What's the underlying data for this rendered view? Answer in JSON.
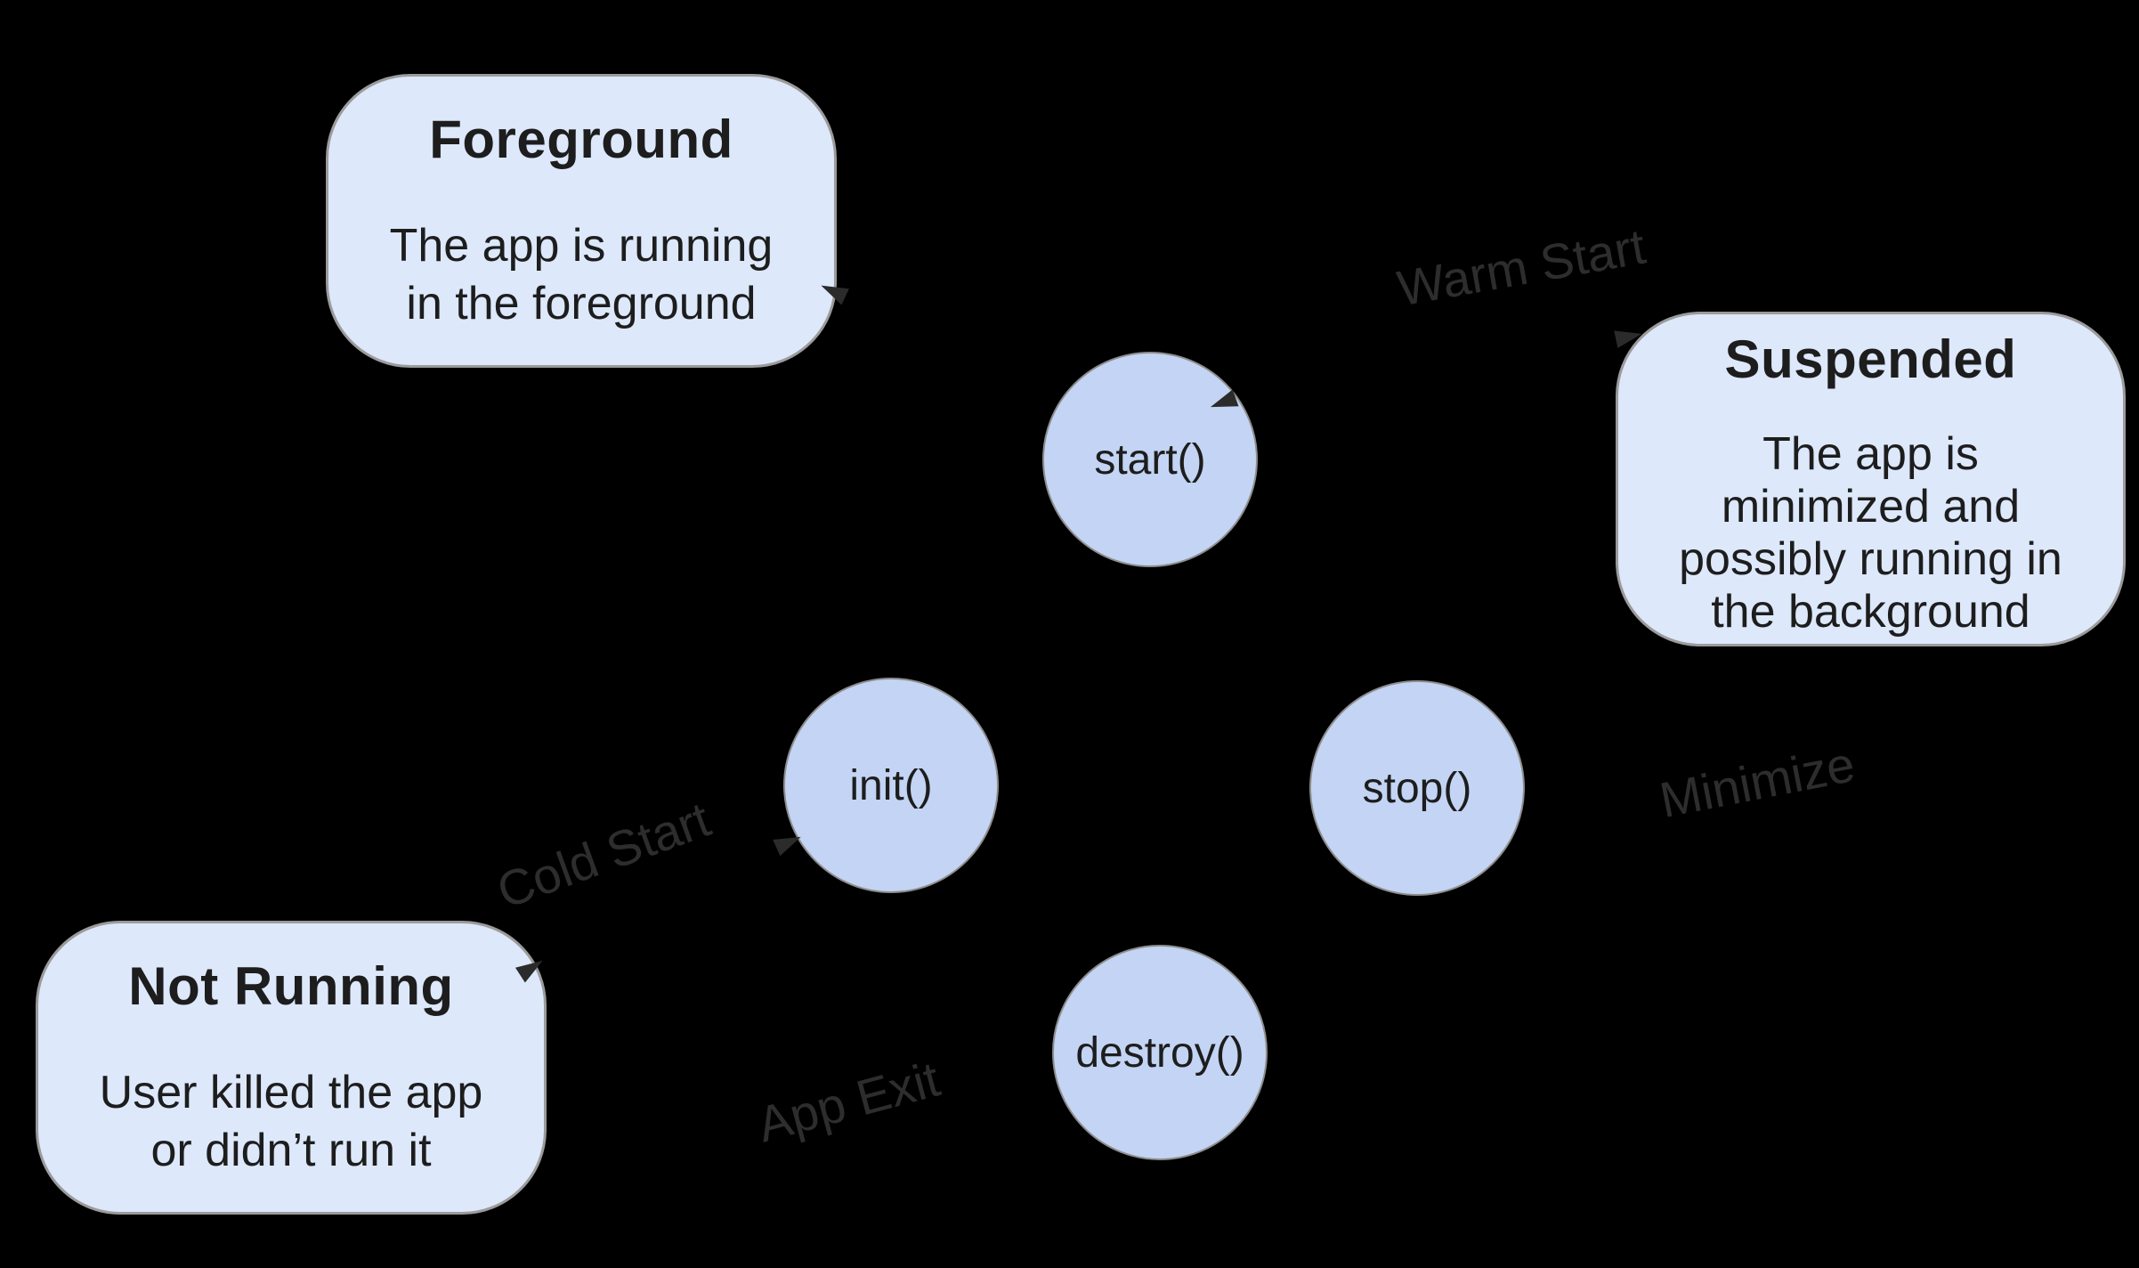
{
  "diagram": {
    "background_color": "#000000",
    "palette": {
      "box_fill": "#dde8fb",
      "box_border": "#9b9b9b",
      "circle_fill": "#c3d4f4",
      "circle_border": "#8d8d8d",
      "node_text": "#1d1d1d",
      "edge_label_text": "#2d2d2d",
      "arrowhead": "#2b2b2b"
    },
    "states": [
      {
        "id": "foreground",
        "title": "Foreground",
        "body_lines": [
          "The app is running",
          "in the foreground"
        ]
      },
      {
        "id": "suspended",
        "title": "Suspended",
        "body_lines": [
          "The app is",
          "minimized and",
          "possibly running in",
          "the background"
        ]
      },
      {
        "id": "not-running",
        "title": "Not Running",
        "body_lines": [
          "User killed the app",
          "or didn’t run it"
        ]
      }
    ],
    "lifecycle_methods": [
      {
        "id": "start",
        "label": "start()"
      },
      {
        "id": "init",
        "label": "init()"
      },
      {
        "id": "stop",
        "label": "stop()"
      },
      {
        "id": "destroy",
        "label": "destroy()"
      }
    ],
    "edge_labels": [
      {
        "id": "warm-start",
        "label": "Warm Start"
      },
      {
        "id": "cold-start",
        "label": "Cold Start"
      },
      {
        "id": "minimize",
        "label": "Minimize"
      },
      {
        "id": "app-exit",
        "label": "App Exit"
      }
    ]
  }
}
